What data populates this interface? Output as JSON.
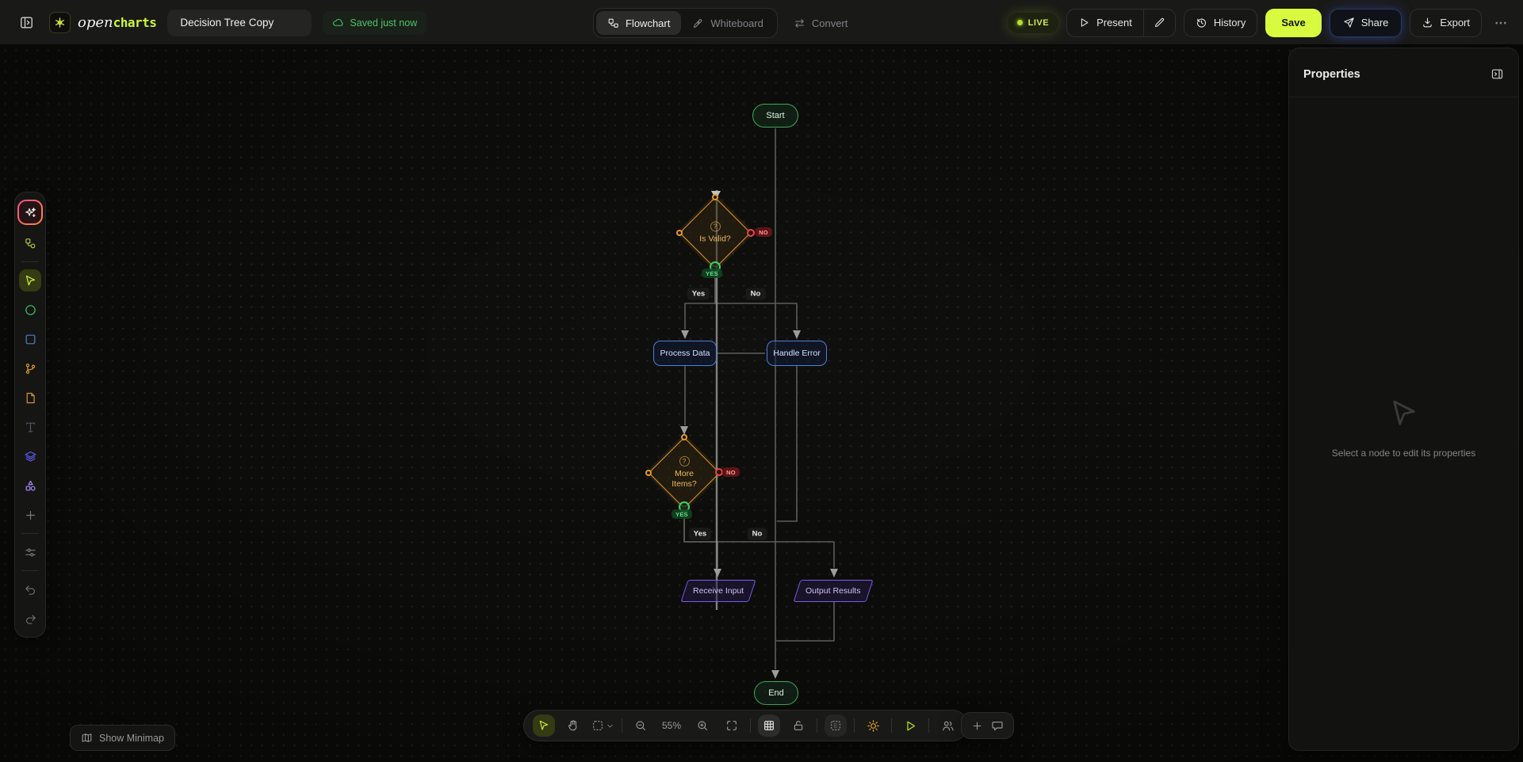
{
  "topbar": {
    "logo": {
      "open": "open",
      "charts": "charts"
    },
    "title": "Decision Tree Copy",
    "saved": "Saved just now",
    "tabs": {
      "flowchart": "Flowchart",
      "whiteboard": "Whiteboard",
      "convert": "Convert"
    },
    "live": "LIVE",
    "present": "Present",
    "history": "History",
    "save": "Save",
    "share": "Share",
    "export": "Export",
    "more": "⋯"
  },
  "flowchart": {
    "nodes": {
      "start": "Start",
      "is_valid": "Is Valid?",
      "process_data": "Process Data",
      "handle_error": "Handle Error",
      "more_items": "More Items?",
      "receive_input": "Receive Input",
      "output_results": "Output Results",
      "end": "End"
    },
    "edge_labels": {
      "yes1": "Yes",
      "no1": "No",
      "yes2": "Yes",
      "no2": "No"
    },
    "port_labels": {
      "yes": "YES",
      "no": "NO"
    }
  },
  "bottom_toolbar": {
    "zoom_level": "55%"
  },
  "minimap": {
    "label": "Show Minimap"
  },
  "properties": {
    "title": "Properties",
    "empty_state": "Select a node to edit its properties"
  },
  "icons": {
    "topbar": [
      "panel-toggle-icon",
      "logo-hex-icon",
      "cloud-icon",
      "nodes-icon",
      "pen-nib-icon",
      "swap-arrows-icon",
      "play-icon",
      "pencil-icon",
      "history-clock-icon",
      "paper-plane-icon",
      "download-icon",
      "ellipsis-icon"
    ],
    "left_toolbar": [
      "ai-sparkles-icon",
      "connector-nodes-icon",
      "cursor-icon",
      "circle-shape-icon",
      "square-shape-icon",
      "git-branch-icon",
      "file-icon",
      "text-icon",
      "layers-icon",
      "shapes-icon",
      "plus-icon",
      "sliders-icon",
      "undo-icon",
      "redo-icon"
    ],
    "bottom_toolbar": [
      "cursor-icon",
      "hand-icon",
      "marquee-icon",
      "chevron-down-icon",
      "zoom-out-icon",
      "zoom-in-icon",
      "fit-view-icon",
      "grid-icon",
      "unlock-icon",
      "snap-grid-icon",
      "sun-icon",
      "play-icon",
      "users-icon",
      "plus-icon",
      "comment-bubble-icon",
      "map-icon"
    ],
    "properties": [
      "collapse-panel-icon",
      "cursor-watermark-icon"
    ]
  },
  "colors": {
    "accent": "#d9fb3f",
    "green": "#3fa757",
    "amber": "#e09a2e",
    "blue": "#4b7fd6",
    "purple": "#7c5cf0",
    "red": "#e5484d",
    "live": "#cdec4e"
  }
}
